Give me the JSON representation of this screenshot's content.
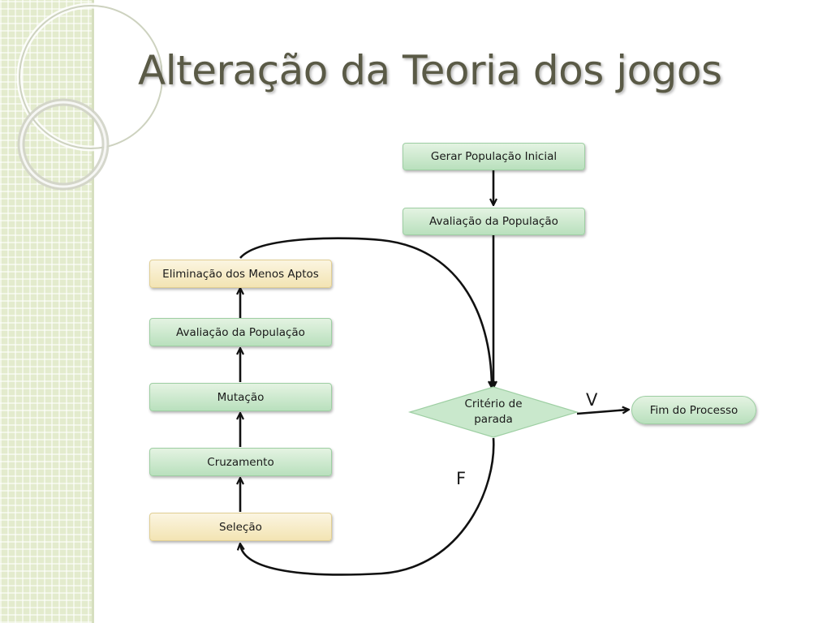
{
  "slide": {
    "title": "Alteração da Teoria dos jogos"
  },
  "flowchart": {
    "nodes": {
      "gerar_populacao": "Gerar População Inicial",
      "avaliacao_top": "Avaliação da População",
      "eliminacao": "Eliminação dos Menos Aptos",
      "avaliacao_left": "Avaliação da População",
      "mutacao": "Mutação",
      "cruzamento": "Cruzamento",
      "selecao": "Seleção",
      "criterio": "Critério de parada",
      "fim": "Fim do Processo"
    },
    "edge_labels": {
      "true_label": "V",
      "false_label": "F"
    }
  },
  "colors": {
    "green_box": "#c9e8cc",
    "yellow_box": "#f6ebc4",
    "title_text": "#5a5a46",
    "sidebar": "#e3ebcd"
  }
}
